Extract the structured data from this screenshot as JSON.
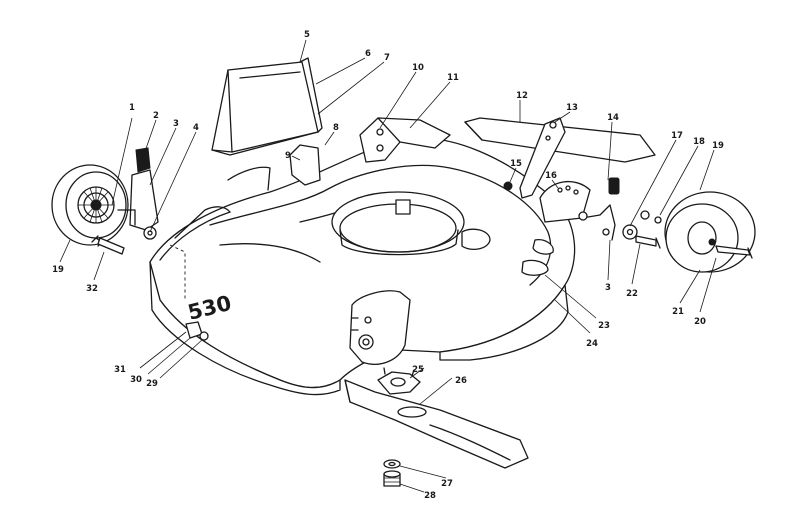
{
  "diagram": {
    "brand_mark": "530",
    "callouts": {
      "c1": "1",
      "c2": "2",
      "c3a": "3",
      "c3b": "3",
      "c4": "4",
      "c5": "5",
      "c6": "6",
      "c7": "7",
      "c8": "8",
      "c9": "9",
      "c10": "10",
      "c11": "11",
      "c12": "12",
      "c13": "13",
      "c14": "14",
      "c15": "15",
      "c16": "16",
      "c17": "17",
      "c18": "18",
      "c19a": "19",
      "c19b": "19",
      "c20": "20",
      "c21": "21",
      "c22": "22",
      "c23": "23",
      "c24": "24",
      "c25": "25",
      "c26": "26",
      "c27": "27",
      "c28": "28",
      "c29": "29",
      "c30": "30",
      "c31": "31",
      "c32": "32"
    }
  }
}
